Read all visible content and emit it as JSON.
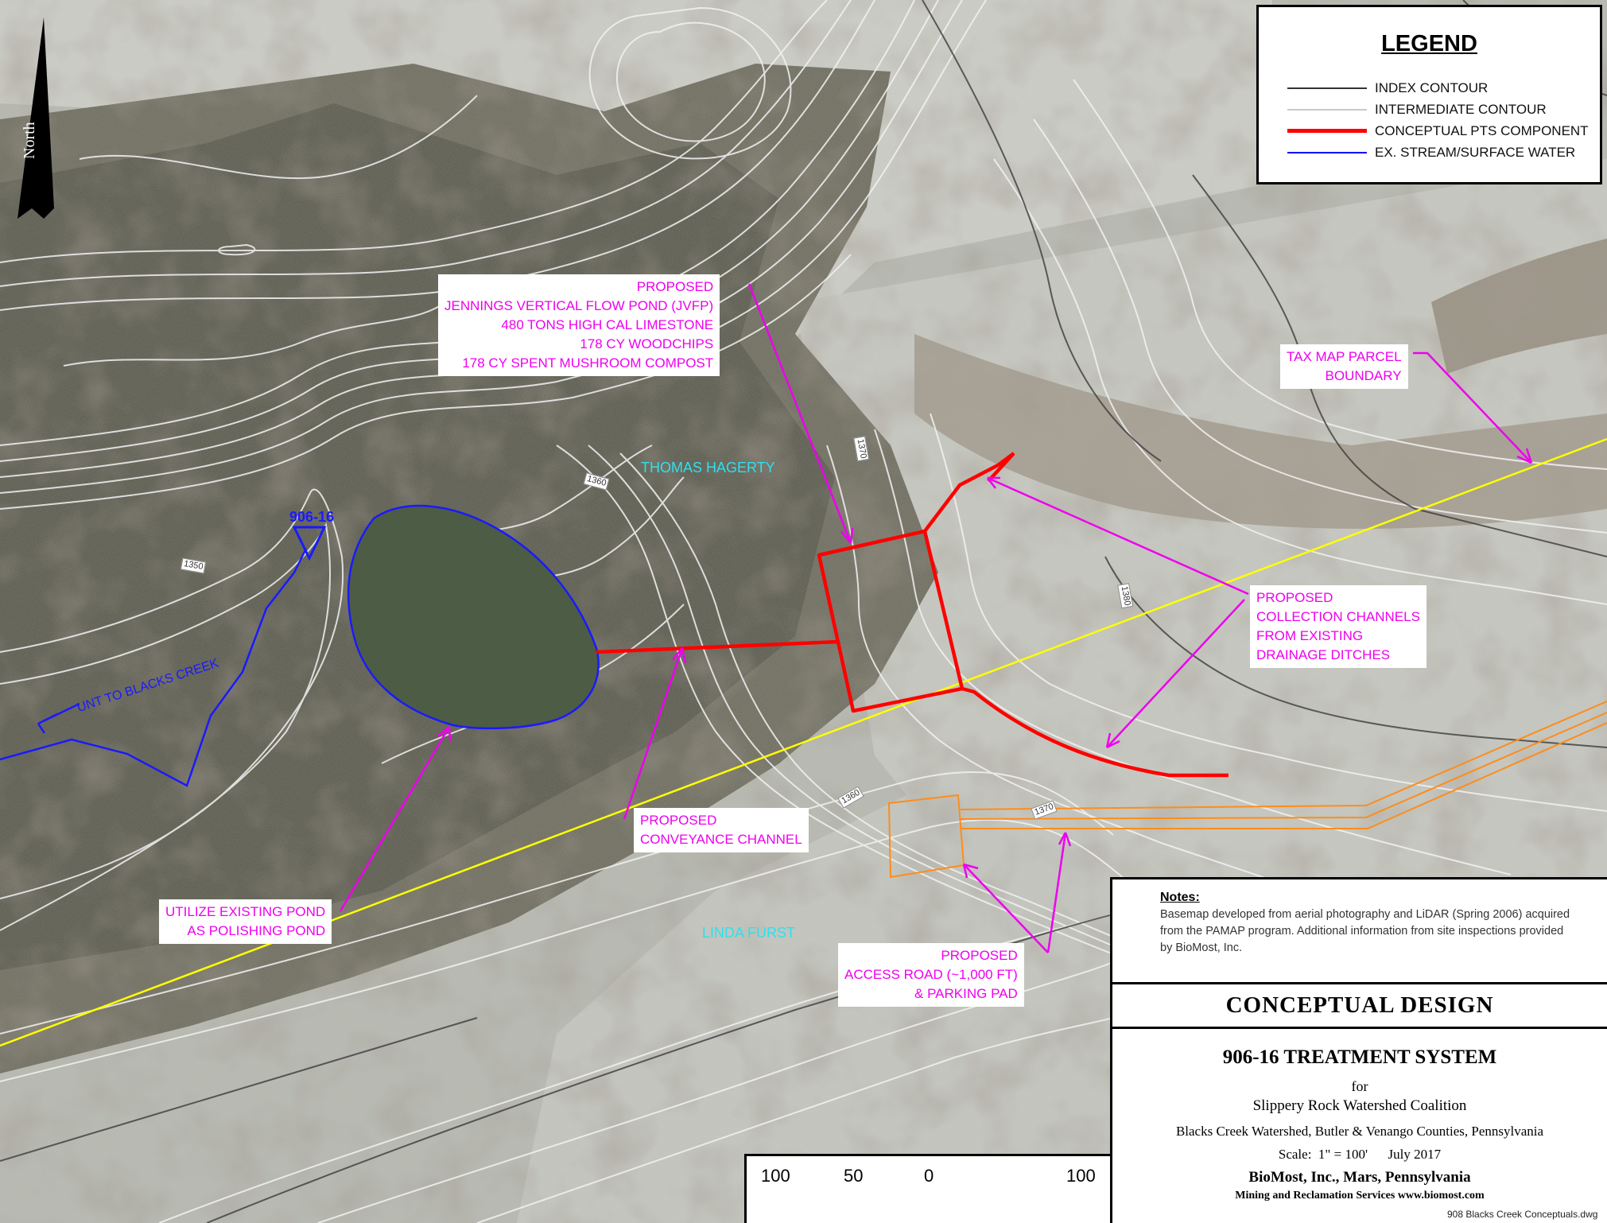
{
  "north_arrow": {
    "label": "North"
  },
  "legend": {
    "title": "LEGEND",
    "items": [
      {
        "label": "INDEX CONTOUR",
        "color": "#333333"
      },
      {
        "label": "INTERMEDIATE CONTOUR",
        "color": "#c8c8c8"
      },
      {
        "label": "CONCEPTUAL PTS COMPONENT",
        "color": "#ff0000"
      },
      {
        "label": "EX. STREAM/SURFACE WATER",
        "color": "#0000ff"
      }
    ]
  },
  "callouts": {
    "jvfp": [
      "PROPOSED",
      "JENNINGS VERTICAL FLOW POND (JVFP)",
      "480 TONS HIGH CAL LIMESTONE",
      "178 CY WOODCHIPS",
      "178 CY SPENT MUSHROOM COMPOST"
    ],
    "parcel": [
      "TAX MAP PARCEL",
      "BOUNDARY"
    ],
    "collection": [
      "PROPOSED",
      "COLLECTION CHANNELS",
      "FROM EXISTING",
      "DRAINAGE DITCHES"
    ],
    "conveyance": [
      "PROPOSED",
      "CONVEYANCE CHANNEL"
    ],
    "pond": [
      "UTILIZE EXISTING POND",
      "AS POLISHING POND"
    ],
    "access": [
      "PROPOSED",
      "ACCESS ROAD (~1,000 FT)",
      "& PARKING PAD"
    ]
  },
  "map_labels": {
    "owner_north": "THOMAS HAGERTY",
    "owner_south": "LINDA FURST",
    "site_id": "906-16",
    "stream": "UNT TO BLACKS CREEK"
  },
  "contour_labels": [
    "1370",
    "1360",
    "1350",
    "1380",
    "1360",
    "1370"
  ],
  "notes": {
    "title": "Notes:",
    "text": "Basemap developed from aerial photography and LiDAR (Spring 2006) acquired from the PAMAP program.  Additional information from site inspections provided by BioMost, Inc."
  },
  "title_block": {
    "design": "CONCEPTUAL DESIGN",
    "system": "906-16 TREATMENT SYSTEM",
    "for": "for",
    "client": "Slippery Rock Watershed Coalition",
    "location": "Blacks Creek Watershed, Butler & Venango Counties, Pennsylvania",
    "scale": "Scale:  1\" = 100'      July 2017",
    "company": "BioMost, Inc., Mars, Pennsylvania",
    "services": "Mining and Reclamation Services  www.biomost.com"
  },
  "scale_bar": {
    "ticks": [
      "100",
      "50",
      "0",
      "100"
    ]
  },
  "drawing_file": "908 Blacks Creek Conceptuals.dwg"
}
